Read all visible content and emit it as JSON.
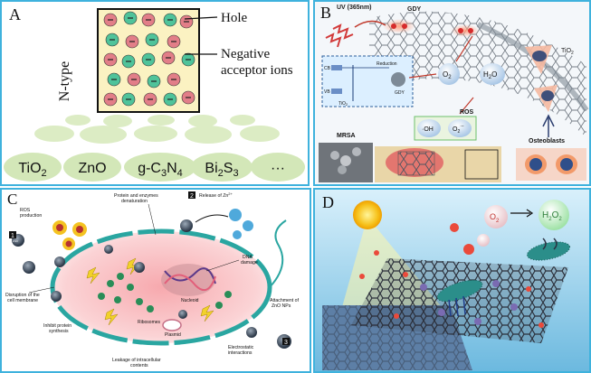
{
  "panel_a": {
    "letter": "A",
    "ntype": "N-type",
    "hole": "Hole",
    "neg1": "Negative",
    "neg2": "acceptor ions",
    "materials": [
      {
        "base": "TiO",
        "sub": "2",
        "rest": "",
        "sub2": "",
        "rest2": ""
      },
      {
        "base": "ZnO",
        "sub": "",
        "rest": "",
        "sub2": "",
        "rest2": ""
      },
      {
        "base": "g-C",
        "sub": "3",
        "rest": "N",
        "sub2": "4",
        "rest2": ""
      },
      {
        "base": "Bi",
        "sub": "2",
        "rest": "S",
        "sub2": "3",
        "rest2": ""
      },
      {
        "base": "···",
        "sub": "",
        "rest": "",
        "sub2": "",
        "rest2": ""
      }
    ]
  },
  "panel_b": {
    "letter": "B",
    "uv": "UV (365nm)",
    "gdy": "GDY",
    "tio2": "TiO",
    "tio2_sub": "2",
    "o2": "O",
    "o2_sub": "2",
    "h2o_a": "H",
    "h2o_sub": "2",
    "h2o_b": "O",
    "ros": "ROS",
    "oh": "·OH",
    "o2rad": "O",
    "o2rad_sub": "2",
    "o2rad_sup": "·−",
    "mrsa": "MRSA",
    "osteoblasts": "Osteoblasts",
    "inset_cb": "CB",
    "inset_vb": "VB",
    "inset_reduction": "Reduction",
    "inset_gdy": "GDY",
    "inset_tio2": "TiO",
    "inset_tio2_sub": "2"
  },
  "panel_c": {
    "letter": "C",
    "ros1": "ROS",
    "ros2": "production",
    "denat1": "Protein and enzymes",
    "denat2": "denaturation",
    "release": "Release of Zn",
    "release_sup": "2+",
    "dna1": "DNA",
    "dna2": "damage",
    "nucleoid": "Nucleoid",
    "ribosomes": "Ribosomes",
    "plasmid": "Plasmid",
    "disrupt1": "Disruption of the",
    "disrupt2": "cell membrane",
    "inhibit1": "Inhibit protein",
    "inhibit2": "synthesis",
    "attach1": "Attachment of",
    "attach2": "ZnO NPs",
    "electro1": "Electrostatic",
    "electro2": "interactions",
    "leak1": "Leakage of intracellular",
    "leak2": "contents",
    "num1": "1",
    "num2": "2",
    "num3": "3",
    "zno": "ZnO"
  },
  "panel_d": {
    "letter": "D",
    "o2_text": "O",
    "o2_sub": "2",
    "h2o2_a": "H",
    "h2o2_sub1": "2",
    "h2o2_b": "O",
    "h2o2_sub2": "2"
  },
  "colors": {
    "frame": "#3fb2dd",
    "hole_ion": "#e27e88",
    "neg_ion": "#4fc39a",
    "lattice_fill": "#fbf2c2",
    "bacteria": "#e5556a",
    "membrane": "#2aa6a1"
  }
}
